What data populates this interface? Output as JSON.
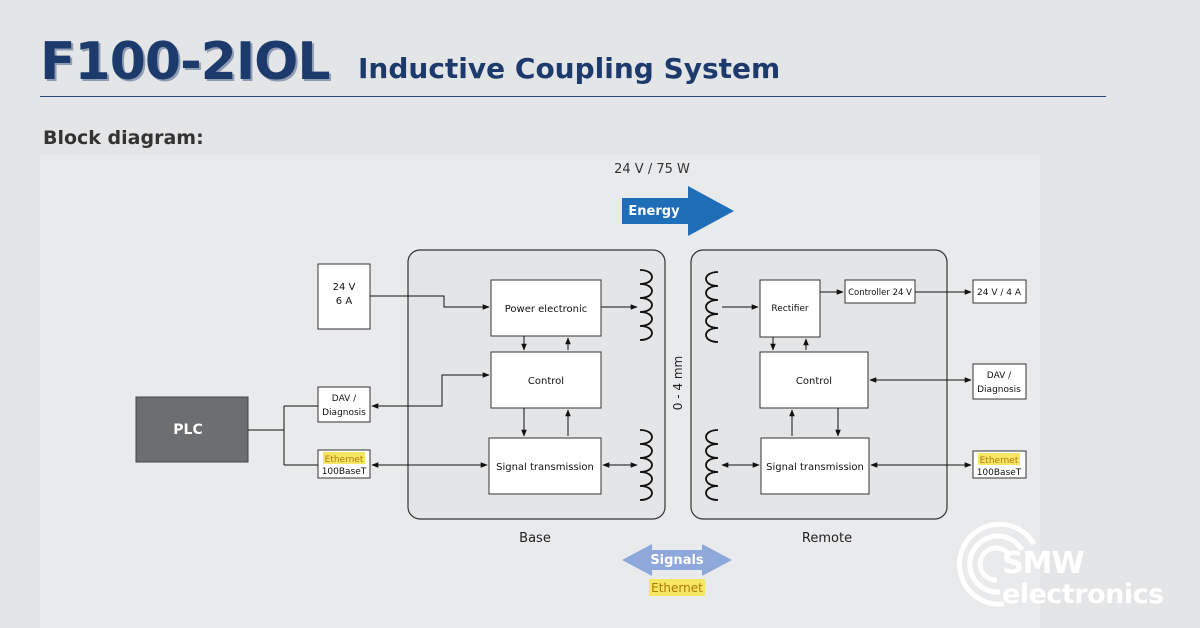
{
  "header": {
    "model": "F100-2IOL",
    "subtitle": "Inductive Coupling System",
    "section": "Block diagram:"
  },
  "energy": {
    "spec": "24 V / 75 W",
    "label": "Energy",
    "color": "#1f6fb8"
  },
  "signals": {
    "label": "Signals",
    "protocol": "Ethernet",
    "color": "#8fa8dc"
  },
  "gap_label": "0 - 4 mm",
  "plc": {
    "label": "PLC",
    "color": "#6d6e70"
  },
  "base": {
    "label": "Base",
    "supply": [
      "24 V",
      "6 A"
    ],
    "dav": [
      "DAV /",
      "Diagnosis"
    ],
    "ethernet": [
      "Ethernet",
      "100BaseT"
    ],
    "power_electronic": "Power electronic",
    "control": "Control",
    "signal_transmission": "Signal transmission"
  },
  "remote": {
    "label": "Remote",
    "rectifier": "Rectifier",
    "controller": "Controller 24 V",
    "output": "24 V / 4 A",
    "control": "Control",
    "signal_transmission": "Signal transmission",
    "dav": [
      "DAV /",
      "Diagnosis"
    ],
    "ethernet": [
      "Ethernet",
      "100BaseT"
    ]
  },
  "highlight_color": "#f5e663",
  "logo": {
    "line1": "SMW",
    "line2": "electronics"
  }
}
